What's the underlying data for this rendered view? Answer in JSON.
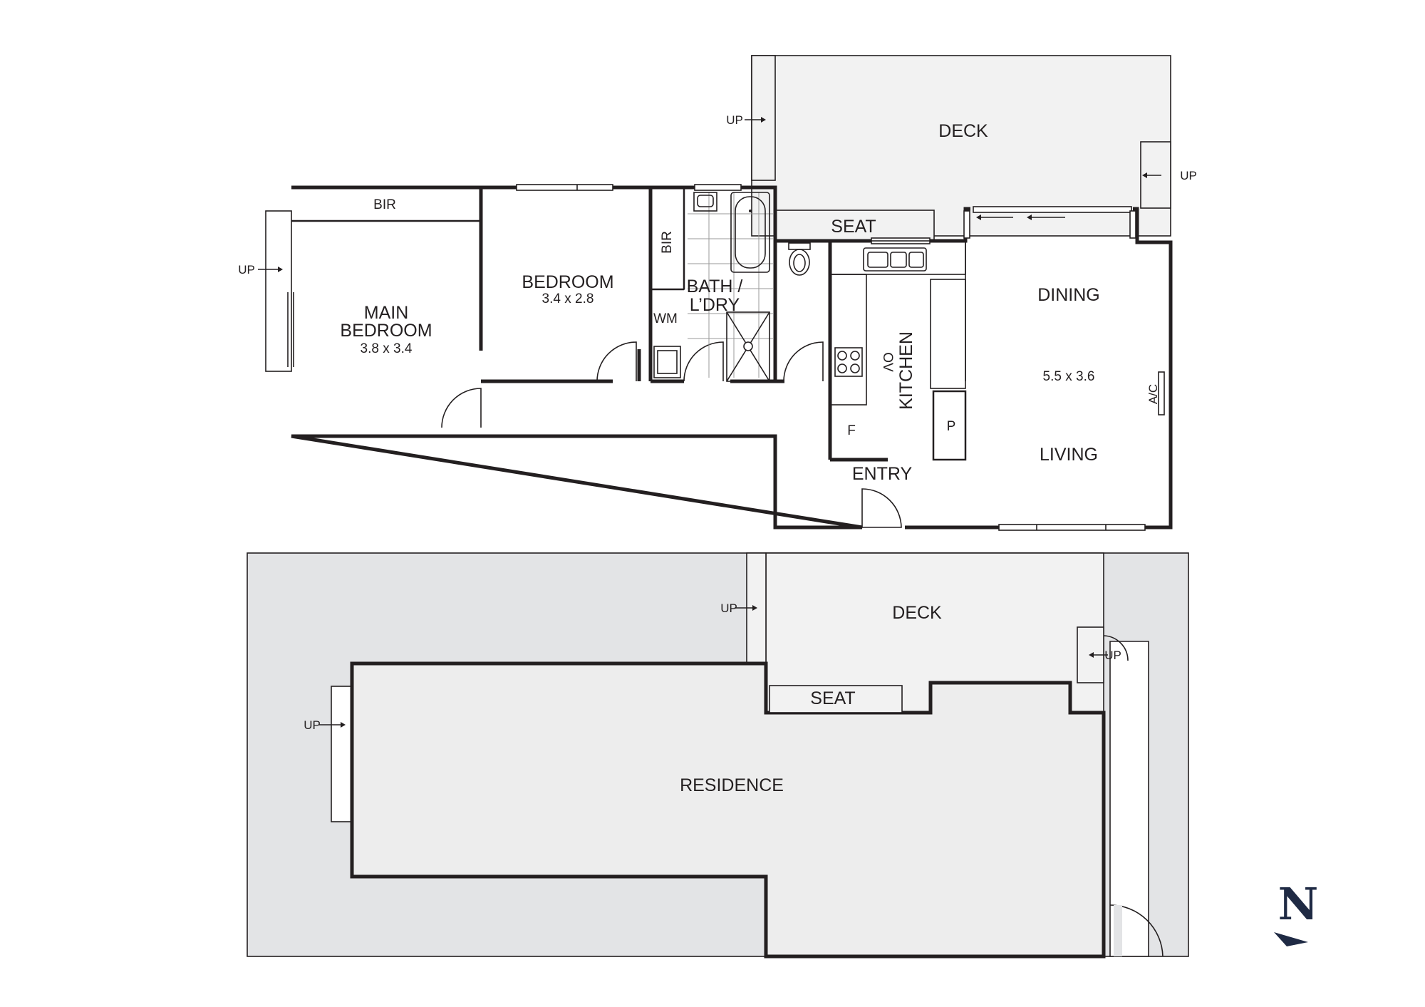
{
  "labels": {
    "deck_upper": "DECK",
    "seat_upper": "SEAT",
    "bir_main": "BIR",
    "bir_side": "BIR",
    "main_bedroom_1": "MAIN",
    "main_bedroom_2": "BEDROOM",
    "main_bedroom_dim": "3.8 x 3.4",
    "bedroom": "BEDROOM",
    "bedroom_dim": "3.4 x 2.8",
    "bath_1": "BATH /",
    "bath_2": "L’DRY",
    "wm": "WM",
    "kitchen": "KITCHEN",
    "oven": "OV",
    "fridge": "F",
    "pantry": "P",
    "entry": "ENTRY",
    "dining": "DINING",
    "living_dim": "5.5 x 3.6",
    "living": "LIVING",
    "ac": "A/C",
    "deck_lower": "DECK",
    "seat_lower": "SEAT",
    "residence": "RESIDENCE",
    "up": "UP",
    "north": "N"
  },
  "colors": {
    "wall": "#231f20",
    "deck": "#f2f2f2",
    "yard": "#e3e4e6",
    "residence": "#ededed",
    "north": "#1f2a44"
  }
}
